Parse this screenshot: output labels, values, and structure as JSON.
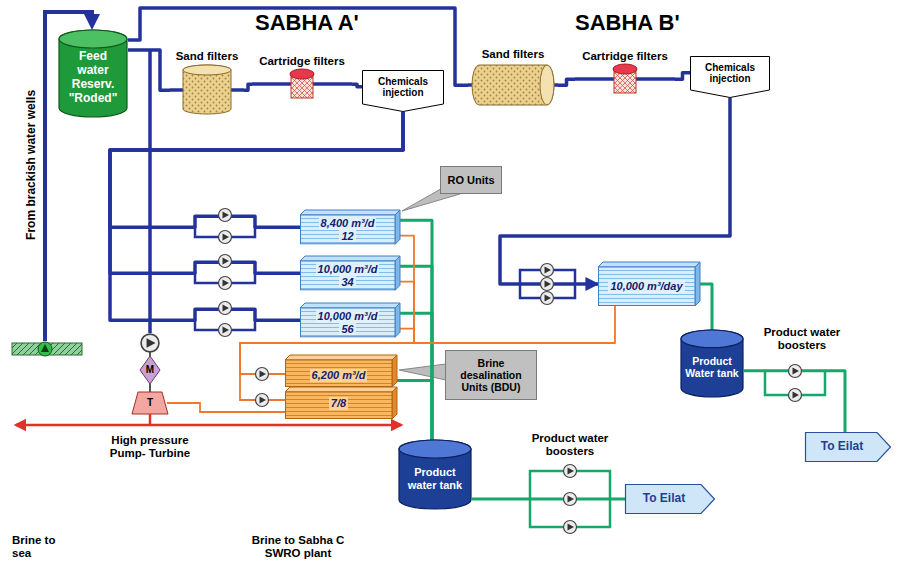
{
  "diagram": {
    "nodes": [
      {
        "text": [
          "Feed water Reserv. \"Roded\""
        ]
      },
      {
        "text": [
          "Sand filters"
        ]
      },
      {
        "text": [
          "Cartridge filters"
        ]
      },
      {
        "text": [
          "Chemicals injection"
        ]
      },
      {
        "text": [
          "Sand filters"
        ]
      },
      {
        "text": [
          "Cartridge filters"
        ]
      },
      {
        "text": [
          "Chemicals injection"
        ]
      },
      {
        "text": [
          "RO Units"
        ]
      },
      {
        "text": [
          "8,400 m³/d",
          "12"
        ]
      },
      {
        "text": [
          "10,000 m³/d",
          "34"
        ]
      },
      {
        "text": [
          "10,000 m³/d",
          "56"
        ]
      },
      {
        "text": [
          "10,000 m³/day"
        ]
      },
      {
        "text": [
          "Brine desalination Units (BDU)"
        ]
      },
      {
        "text": [
          "6,200 m³/d",
          "7/8"
        ]
      },
      {
        "text": [
          "Product Water tank"
        ]
      },
      {
        "text": [
          "To Eilat"
        ]
      },
      {
        "text": [
          "Product water tank"
        ]
      },
      {
        "text": [
          "To Eilat"
        ]
      }
    ],
    "edges": [
      {
        "from": 0,
        "to": 1,
        "arrow": "none"
      },
      {
        "from": 1,
        "to": 2,
        "arrow": "none"
      },
      {
        "from": 2,
        "to": 3,
        "arrow": "none"
      },
      {
        "from": 3,
        "to": 8,
        "arrow": "none"
      },
      {
        "from": 3,
        "to": 9,
        "arrow": "none"
      },
      {
        "from": 3,
        "to": 10,
        "arrow": "none"
      },
      {
        "from": 0,
        "to": 4,
        "arrow": "none"
      },
      {
        "from": 4,
        "to": 5,
        "arrow": "none"
      },
      {
        "from": 5,
        "to": 6,
        "arrow": "none"
      },
      {
        "from": 6,
        "to": 11,
        "arrow": "to"
      },
      {
        "from": 8,
        "to": 16,
        "arrow": "none"
      },
      {
        "from": 9,
        "to": 16,
        "arrow": "none"
      },
      {
        "from": 10,
        "to": 16,
        "arrow": "none"
      },
      {
        "from": 13,
        "to": 16,
        "arrow": "none"
      },
      {
        "from": 8,
        "to": 13,
        "arrow": "none"
      },
      {
        "from": 9,
        "to": 13,
        "arrow": "none"
      },
      {
        "from": 10,
        "to": 13,
        "arrow": "none"
      },
      {
        "from": 11,
        "to": 13,
        "arrow": "none"
      },
      {
        "from": 11,
        "to": 14,
        "arrow": "none"
      },
      {
        "from": 14,
        "to": 15,
        "arrow": "none"
      },
      {
        "from": 16,
        "to": 17,
        "arrow": "none"
      }
    ],
    "labels": [
      "SABHA A'",
      "SABHA B'",
      "From brackish water wells",
      "M",
      "T",
      "High pressure Pump- Turbine",
      "Brine to sea",
      "Brine to Sabha C SWRO plant",
      "Product water boosters",
      "Product water boosters"
    ]
  }
}
